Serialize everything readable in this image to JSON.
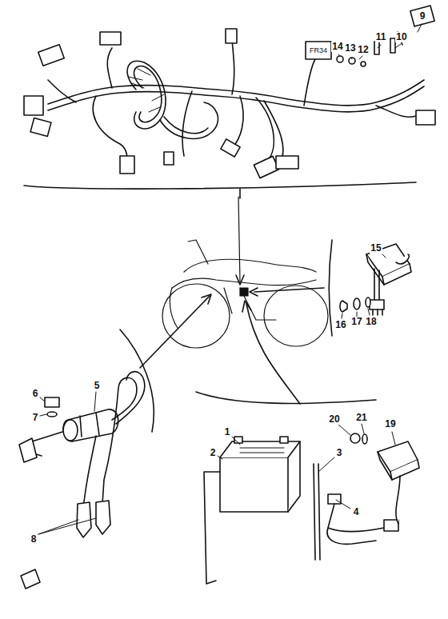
{
  "diagram": {
    "labels": [
      "9",
      "10",
      "11",
      "12",
      "13",
      "14",
      "FR34",
      "15",
      "16",
      "17",
      "18",
      "5",
      "6",
      "7",
      "8",
      "1",
      "2",
      "3",
      "4",
      "19",
      "20",
      "21"
    ]
  }
}
